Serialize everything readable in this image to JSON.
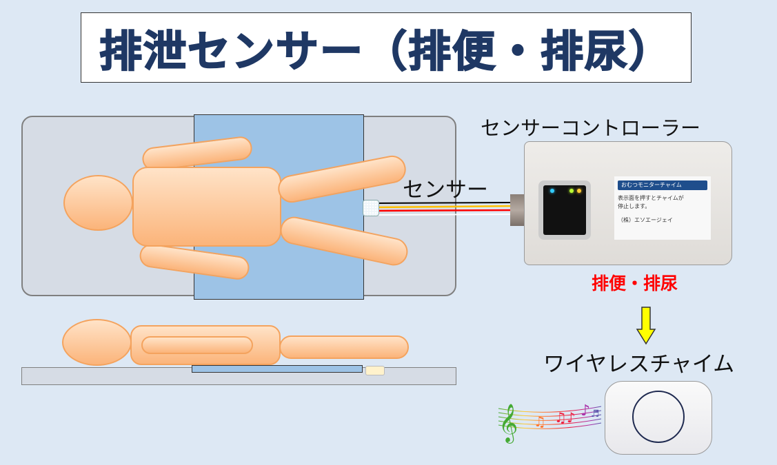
{
  "title": "排泄センサー（排便・排尿）",
  "labels": {
    "sensor": "センサー",
    "controller": "センサーコントローラー",
    "detects": "排便・排尿",
    "chime": "ワイヤレスチャイム"
  },
  "controller_label": {
    "header": "おむつモニターチャイム",
    "body_line1": "表示面を押すとチャイムが",
    "body_line2": "停止します。",
    "company": "（株）エソエージェイ"
  },
  "colors": {
    "title": "#1f3864",
    "detects": "#ff0000",
    "arrow": "#ffff00",
    "wires": [
      "#000000",
      "#ffc000",
      "#ff0000",
      "#ffffff"
    ]
  }
}
